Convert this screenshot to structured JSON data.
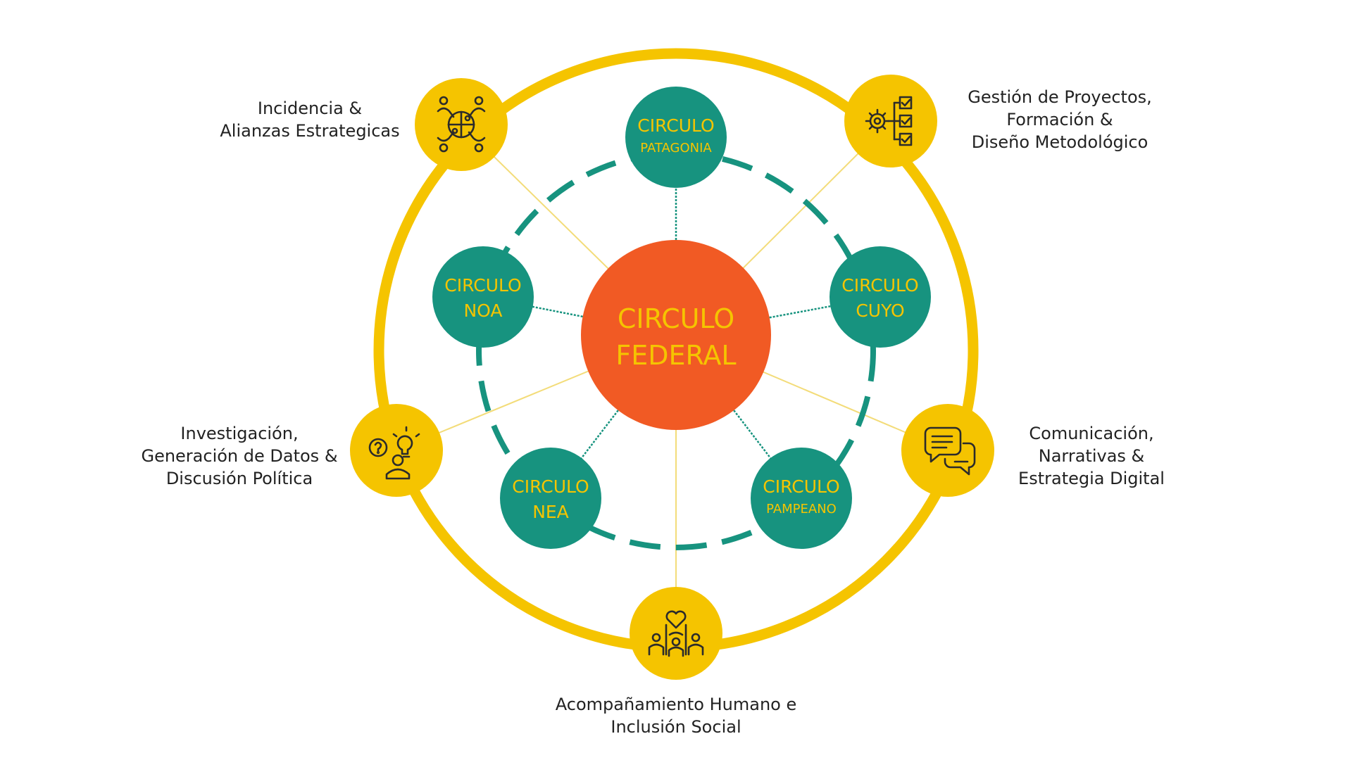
{
  "colors": {
    "outer_ring": "#f5c400",
    "spokes": "#f3dc79",
    "regional_ring": "#17937f",
    "regional_fill": "#17937f",
    "regional_text": "#f5c400",
    "center_fill": "#f15a24",
    "center_text": "#f5c400",
    "theme_fill": "#f5c400",
    "icon_stroke": "#2b2b2b",
    "label_text": "#222222"
  },
  "center": {
    "line1": "CIRCULO",
    "line2": "FEDERAL"
  },
  "regions": [
    {
      "id": "patagonia",
      "line1": "CIRCULO",
      "line2": "PATAGONIA"
    },
    {
      "id": "cuyo",
      "line1": "CIRCULO",
      "line2": "CUYO"
    },
    {
      "id": "pampeano",
      "line1": "CIRCULO",
      "line2": "PAMPEANO"
    },
    {
      "id": "nea",
      "line1": "CIRCULO",
      "line2": "NEA"
    },
    {
      "id": "noa",
      "line1": "CIRCULO",
      "line2": "NOA"
    }
  ],
  "themes": [
    {
      "id": "incidencia",
      "icon": "puzzle-team-icon",
      "lines": [
        "Incidencia &",
        "Alianzas Estrategicas"
      ]
    },
    {
      "id": "gestion",
      "icon": "gear-checklist-icon",
      "lines": [
        "Gestión de Proyectos,",
        "Formación &",
        "Diseño Metodológico"
      ]
    },
    {
      "id": "comunicacion",
      "icon": "speech-bubbles-icon",
      "lines": [
        "Comunicación,",
        "Narrativas &",
        "Estrategia Digital"
      ]
    },
    {
      "id": "acompanamiento",
      "icon": "heart-hands-icon",
      "lines": [
        "Acompañamiento Humano e",
        "Inclusión Social"
      ]
    },
    {
      "id": "investigacion",
      "icon": "question-lightbulb-person-icon",
      "lines": [
        "Investigación,",
        "Generación de Datos &",
        "Discusión Política"
      ]
    }
  ]
}
